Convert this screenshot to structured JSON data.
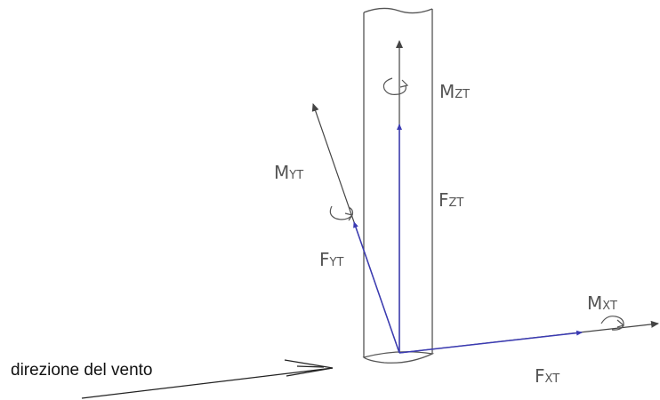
{
  "labels": {
    "mzt": {
      "main": "M",
      "sub": "ZT"
    },
    "fzt": {
      "main": "F",
      "sub": "ZT"
    },
    "myt": {
      "main": "M",
      "sub": "YT"
    },
    "fyt": {
      "main": "F",
      "sub": "YT"
    },
    "mxt": {
      "main": "M",
      "sub": "XT"
    },
    "fxt": {
      "main": "F",
      "sub": "XT"
    }
  },
  "caption": "direzione del vento",
  "colors": {
    "outline": "#555555",
    "force_vector": "#3b3bb3",
    "axis": "#444444",
    "caption": "#111111"
  }
}
